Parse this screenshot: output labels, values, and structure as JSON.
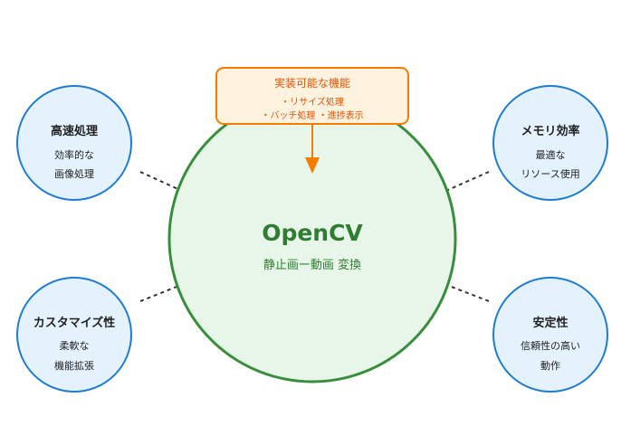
{
  "center": {
    "title": "OpenCV",
    "subtitle": "静止画ー動画 変換"
  },
  "feature_box": {
    "title": "実装可能な機能",
    "line1": "・リサイズ処理",
    "line2": "・バッチ処理 ・進捗表示"
  },
  "nodes": {
    "speed": {
      "title": "高速処理",
      "line1": "効率的な",
      "line2": "画像処理"
    },
    "memory": {
      "title": "メモリ効率",
      "line1": "最適な",
      "line2": "リソース使用"
    },
    "custom": {
      "title": "カスタマイズ性",
      "line1": "柔軟な",
      "line2": "機能拡張"
    },
    "stable": {
      "title": "安定性",
      "line1": "信頼性の高い",
      "line2": "動作"
    }
  },
  "colors": {
    "center_fill": "#e8f5e9",
    "center_stroke": "#388e3c",
    "center_text": "#2e7d32",
    "node_fill": "#e3f2fd",
    "node_stroke": "#1e7bd4",
    "node_text": "#222222",
    "box_fill": "#fff3e0",
    "box_stroke": "#f57c00",
    "box_text": "#e65100",
    "connector": "#333333"
  }
}
